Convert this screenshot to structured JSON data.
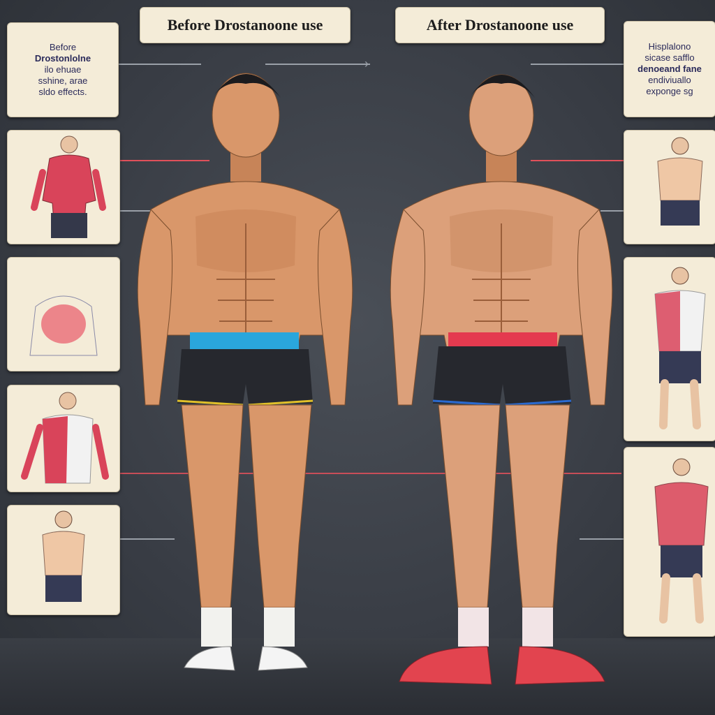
{
  "titles": {
    "before": "Before Drostanoone use",
    "after": "After Drostanoone use"
  },
  "notes": {
    "left": [
      "Before",
      "Drostonlolne",
      "ilo ehuae",
      "sshine, arae",
      "sldo effects."
    ],
    "right": [
      "Hisplalono",
      "sicase safflo",
      "denoeand fane",
      "endiviuallo",
      "exponge sg"
    ]
  },
  "colors": {
    "background": "#383c44",
    "card": "#f4ecd8",
    "skin": "#d9976a",
    "muscle_red": "#d9445a",
    "before_band": "#2aa6dc",
    "after_band": "#e43a4f",
    "after_shoes": "#e2444f"
  },
  "icons": {
    "arrow": "arrow-right-icon"
  }
}
